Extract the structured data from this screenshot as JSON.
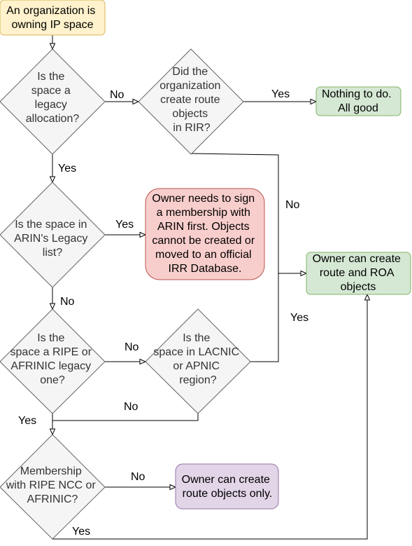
{
  "nodes": {
    "start": {
      "lines": [
        "An organization is",
        "owning IP space"
      ]
    },
    "legacy_q": {
      "lines": [
        "Is the",
        "space a",
        "legacy",
        "allocation?"
      ]
    },
    "route_objects_q": {
      "lines": [
        "Did the",
        "organization",
        "create route",
        "objects",
        "in RIR?"
      ]
    },
    "nothing_to_do": {
      "lines": [
        "Nothing to do.",
        "All good"
      ]
    },
    "arin_legacy_q": {
      "lines": [
        "Is the space in",
        "ARIN's Legacy",
        "list?"
      ]
    },
    "arin_membership": {
      "lines": [
        "Owner needs to sign",
        "a membership with",
        "ARIN first. Objects",
        "cannot be created or",
        "moved to an official",
        "IRR Database."
      ]
    },
    "route_and_roa": {
      "lines": [
        "Owner can create",
        "route and ROA",
        "objects"
      ]
    },
    "ripe_afrinic_q": {
      "lines": [
        "Is the",
        "space a RIPE or",
        "AFRINIC legacy",
        "one?"
      ]
    },
    "lacnic_apnic_q": {
      "lines": [
        "Is the",
        "space in LACNIC",
        "or APNIC",
        "region?"
      ]
    },
    "membership_q": {
      "lines": [
        "Membership",
        "with RIPE NCC or",
        "AFRINIC?"
      ]
    },
    "route_only": {
      "lines": [
        "Owner can create",
        "route objects only."
      ]
    }
  },
  "edges": {
    "legacy_no": "No",
    "route_objects_yes": "Yes",
    "route_objects_no": "No",
    "legacy_yes": "Yes",
    "arin_yes": "Yes",
    "arin_no": "No",
    "ripe_no": "No",
    "lacnic_yes": "Yes",
    "lacnic_no": "No",
    "ripe_yes": "Yes",
    "membership_no": "No",
    "membership_yes": "Yes"
  },
  "colors": {
    "start_fill": "#fff2cc",
    "start_stroke": "#d6b656",
    "decision_fill": "#f5f5f5",
    "decision_stroke": "#666666",
    "green_fill": "#d5e8d4",
    "green_stroke": "#82b366",
    "red_fill": "#f8cecc",
    "red_stroke": "#b85450",
    "purple_fill": "#e1d5e7",
    "purple_stroke": "#9673a6"
  }
}
